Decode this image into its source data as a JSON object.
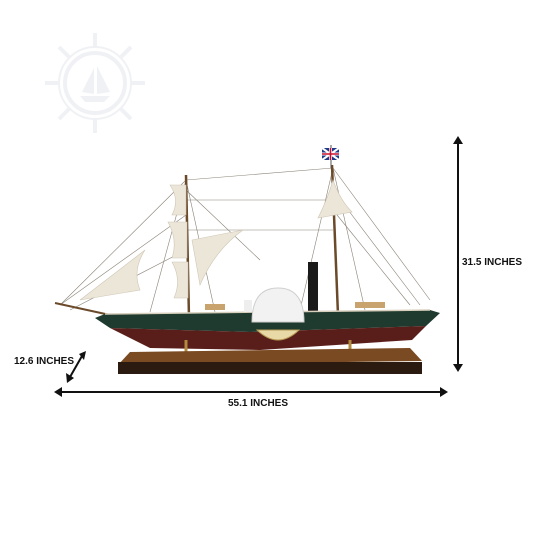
{
  "product": {
    "image_subject": "",
    "watermark_icon": "ships-wheel-logo-icon"
  },
  "dimensions": {
    "height_label": "31.5 INCHES",
    "depth_label": "12.6 INCHES",
    "length_label": "55.1 INCHES"
  },
  "colors": {
    "hull_dark": "#1f3a2e",
    "hull_bottom": "#5a1e1a",
    "stand_wood": "#5b3518",
    "sail": "#ece6d8",
    "arrow": "#111111"
  }
}
